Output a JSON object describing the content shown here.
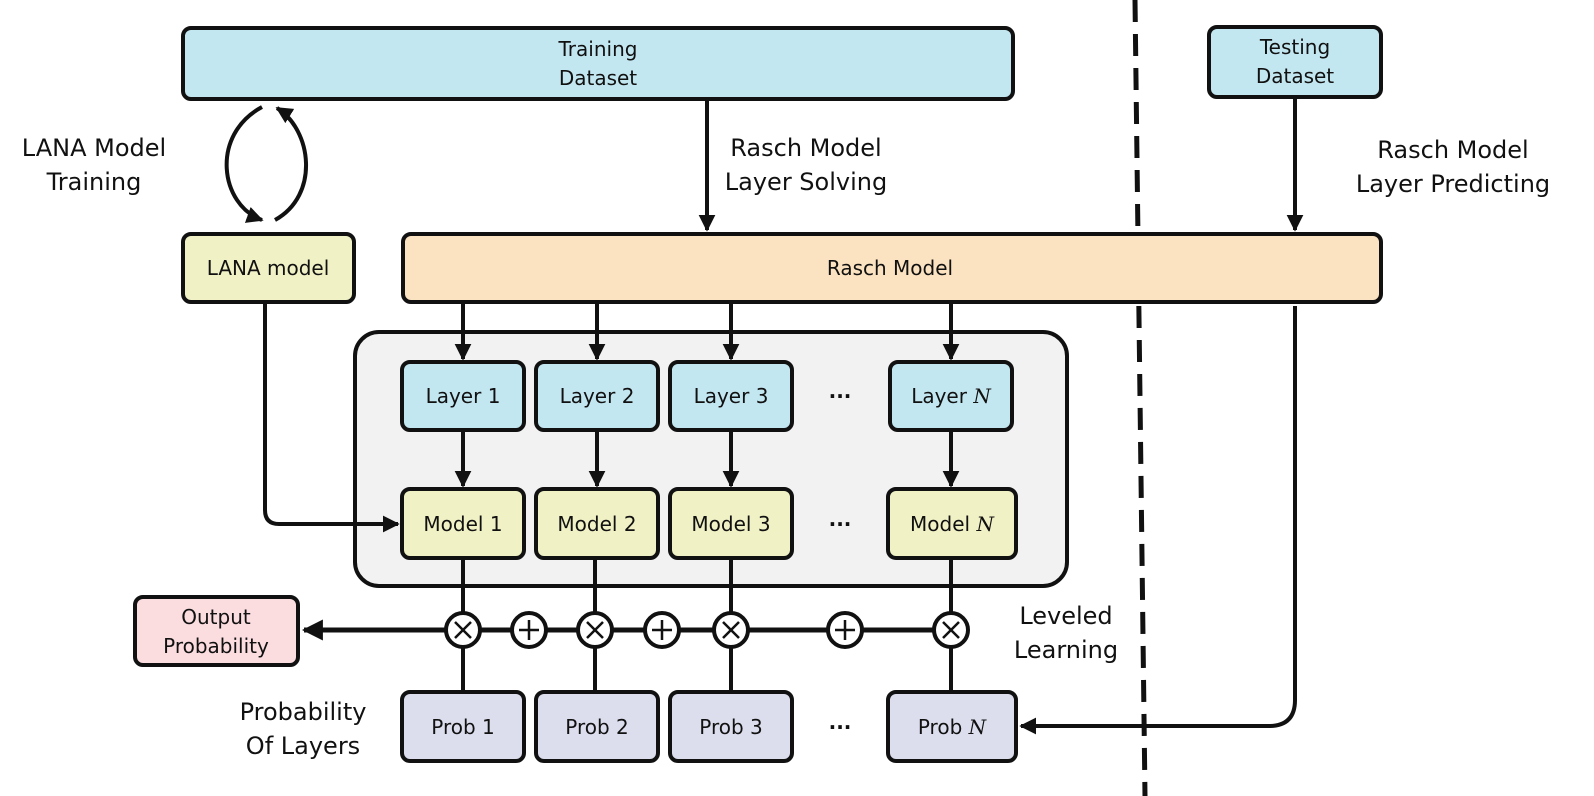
{
  "training_dataset": {
    "line1": "Training",
    "line2": "Dataset"
  },
  "testing_dataset": {
    "line1": "Testing",
    "line2": "Dataset"
  },
  "lana_training_label": {
    "line1": "LANA Model",
    "line2": "Training"
  },
  "rasch_solving_label": {
    "line1": "Rasch Model",
    "line2": "Layer Solving"
  },
  "rasch_predicting_label": {
    "line1": "Rasch Model",
    "line2": "Layer Predicting"
  },
  "lana_model": "LANA model",
  "rasch_model": "Rasch Model",
  "layers": [
    {
      "prefix": "Layer",
      "index": "1"
    },
    {
      "prefix": "Layer",
      "index": "2"
    },
    {
      "prefix": "Layer",
      "index": "3"
    },
    {
      "prefix": "Layer",
      "index": "N"
    }
  ],
  "models": [
    {
      "prefix": "Model",
      "index": "1"
    },
    {
      "prefix": "Model",
      "index": "2"
    },
    {
      "prefix": "Model",
      "index": "3"
    },
    {
      "prefix": "Model",
      "index": "N"
    }
  ],
  "probs": [
    {
      "prefix": "Prob",
      "index": "1"
    },
    {
      "prefix": "Prob",
      "index": "2"
    },
    {
      "prefix": "Prob",
      "index": "3"
    },
    {
      "prefix": "Prob",
      "index": "N"
    }
  ],
  "ellipsis": "···",
  "output_probability": {
    "line1": "Output",
    "line2": "Probability"
  },
  "leveled_learning": {
    "line1": "Leveled",
    "line2": "Learning"
  },
  "probability_of_layers": {
    "line1": "Probability",
    "line2": "Of Layers"
  },
  "colors": {
    "blue": "#c3e7f1",
    "orange": "#fbe2c0",
    "yellow": "#f1f1c6",
    "pink": "#fbdde0",
    "lavender": "#dcdeee",
    "gray": "#f2f2f2",
    "stroke": "#111111"
  }
}
